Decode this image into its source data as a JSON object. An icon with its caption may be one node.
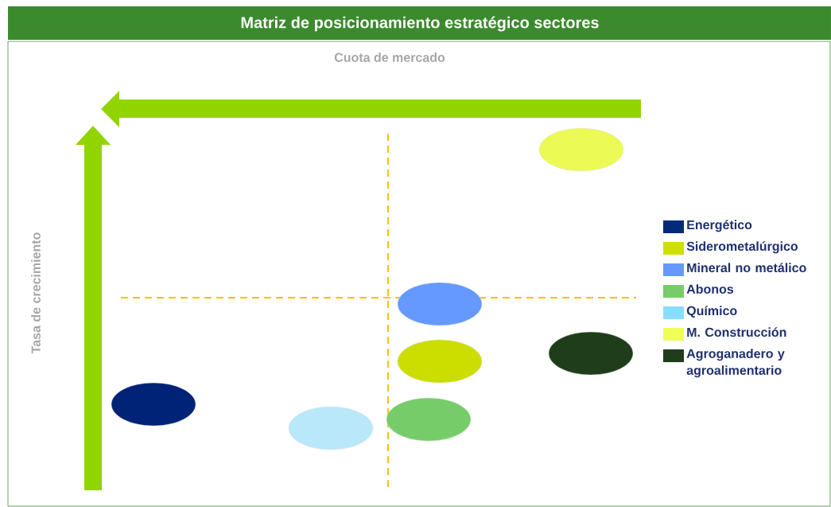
{
  "diagram": {
    "title": "Matriz de posicionamiento estratégico sectores",
    "nodes": [
      {
        "text": [],
        "shape": "ellipse"
      },
      {
        "text": [],
        "shape": "ellipse"
      },
      {
        "text": [],
        "shape": "ellipse"
      },
      {
        "text": [],
        "shape": "ellipse"
      },
      {
        "text": [],
        "shape": "ellipse"
      },
      {
        "text": [],
        "shape": "ellipse"
      },
      {
        "text": [],
        "shape": "ellipse"
      }
    ],
    "edges": [],
    "labels": [
      "Cuota de mercado",
      "Tasa de crecimiento"
    ],
    "legend": [
      {
        "text": "Energético",
        "color": "#002a7a"
      },
      {
        "text": "Siderometalúrgico",
        "color": "#cde000"
      },
      {
        "text": "Mineral no metálico",
        "color": "#6699ff"
      },
      {
        "text": "Abonos",
        "color": "#77cc6a"
      },
      {
        "text": "Químico",
        "color": "#88ddff"
      },
      {
        "text": "M. Construcción",
        "color": "#eeff55"
      },
      {
        "text": "Agroganadero y agroalimentario",
        "color": "#1f3d1a"
      }
    ]
  }
}
